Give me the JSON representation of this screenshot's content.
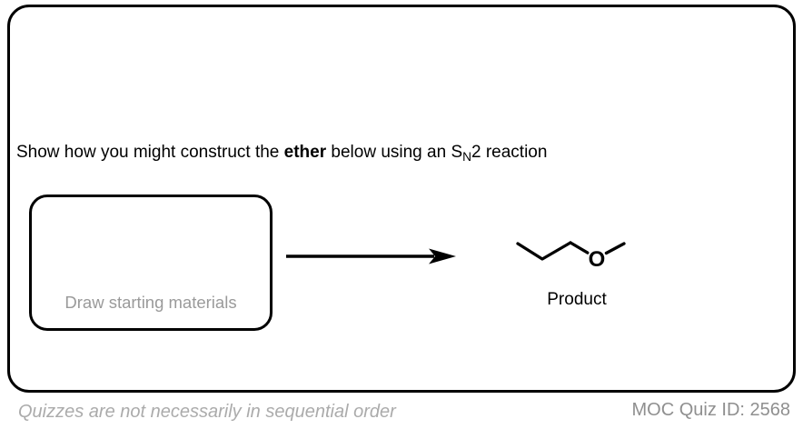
{
  "question": {
    "prefix": "Show how you might construct the ",
    "bold_word": "ether",
    "middle": " below using an S",
    "subscript": "N",
    "suffix": "2 reaction"
  },
  "draw_box": {
    "placeholder": "Draw starting materials"
  },
  "product": {
    "atom_label": "O",
    "caption": "Product",
    "structure_name": "methyl propyl ether skeletal structure"
  },
  "footer": {
    "note": "Quizzes are not necessarily in sequential order",
    "quiz_id": "MOC Quiz ID: 2568"
  },
  "colors": {
    "border": "#000000",
    "placeholder_text": "#9a9a9a",
    "footer_note": "#ababab",
    "footer_id": "#8f8f8f"
  }
}
